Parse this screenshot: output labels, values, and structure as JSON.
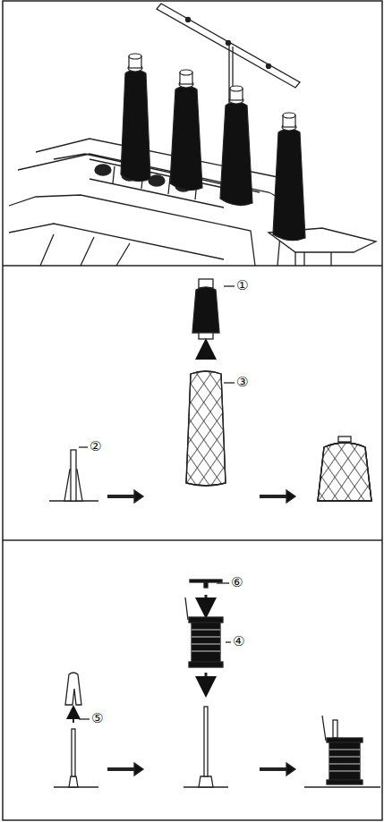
{
  "diagram": {
    "labels": [
      "①",
      "②",
      "③",
      "⑥",
      "④",
      "⑤"
    ]
  }
}
